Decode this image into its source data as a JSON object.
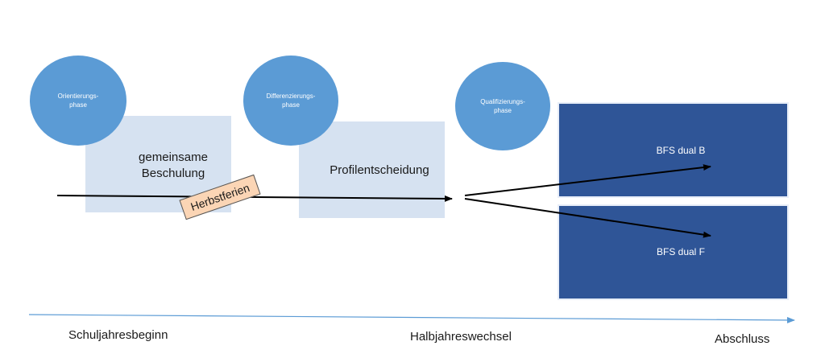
{
  "phases": [
    {
      "label": "Orientierungs-\nphase"
    },
    {
      "label": "Differenzierungs-\nphase"
    },
    {
      "label": "Qualifizierungs-\nphase"
    }
  ],
  "boxes": {
    "gemeinsame": "gemeinsame\nBeschulung",
    "profil": "Profilentscheidung",
    "bfs_b": "BFS dual B",
    "bfs_f": "BFS dual F"
  },
  "tag": "Herbstferien",
  "timeline": {
    "start": "Schuljahresbeginn",
    "middle": "Halbjahreswechsel",
    "end": "Abschluss"
  },
  "colors": {
    "circle": "#5b9bd5",
    "light_box": "#d6e2f1",
    "dark_box": "#2f5597",
    "tag": "#fbd5b5",
    "timeline": "#5b9bd5"
  }
}
